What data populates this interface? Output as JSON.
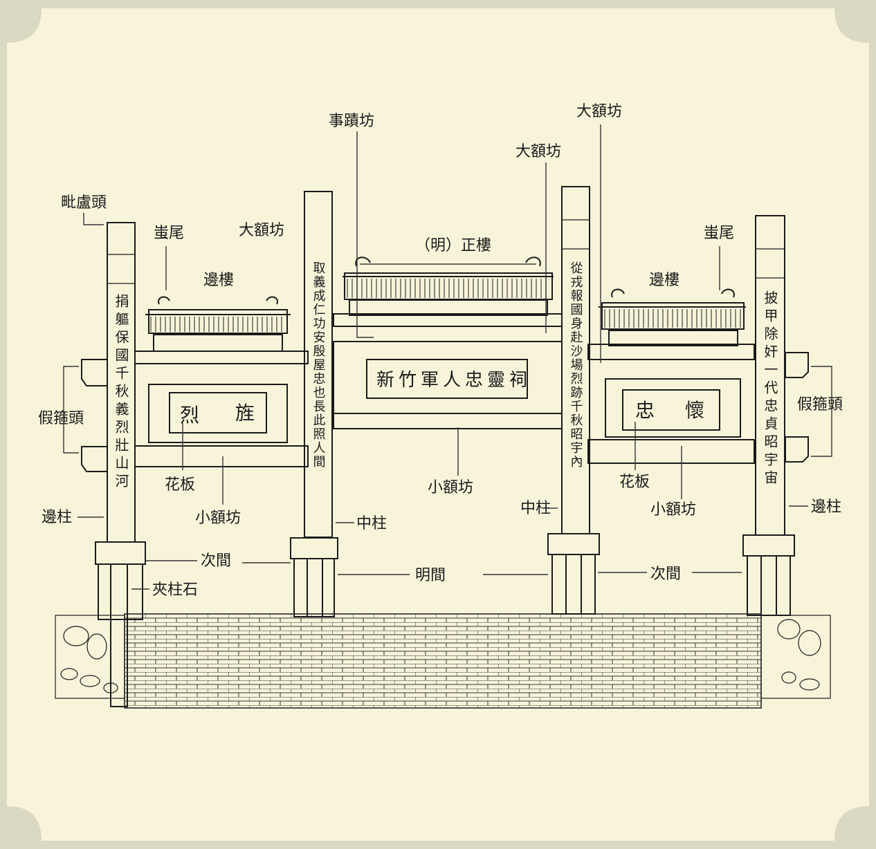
{
  "colors": {
    "frame": "#dcd9c2",
    "panel": "#f7f4da",
    "ink": "#1a1a1a"
  },
  "labels": {
    "chiluhtou": "毗盧頭",
    "chiwei_left": "蚩尾",
    "chiwei_right": "蚩尾",
    "bianlou_left": "邊樓",
    "bianlou_right": "邊樓",
    "shijifang": "事蹟坊",
    "dae_fang_1": "大額坊",
    "dae_fang_2": "大額坊",
    "dae_fang_3": "大額坊",
    "zhenglou": "（明）正樓",
    "jiagutou_left": "假箍頭",
    "jiagutou_right": "假箍頭",
    "huaban_left": "花板",
    "huaban_right": "花板",
    "xiaoefang_left": "小額坊",
    "xiaoefang_center": "小額坊",
    "xiaoefang_right": "小額坊",
    "bianzhu_left": "邊柱",
    "bianzhu_right": "邊柱",
    "zhongzhu_left": "中柱",
    "zhongzhu_right": "中柱",
    "cijian_left": "次間",
    "cijian_right": "次間",
    "mingjian": "明間",
    "jiazhushi": "夾柱石"
  },
  "plaques": {
    "left": [
      "烈",
      "旌"
    ],
    "center": "新竹軍人忠靈祠",
    "right": [
      "忠",
      "懷"
    ]
  },
  "inscriptions": {
    "pillar_1": "捐軀保國千秋義烈壯山河",
    "pillar_2": "取義成仁功安殷屋忠也長此照人間",
    "pillar_3": "從戎報國身赴沙場烈跡千秋昭宇內",
    "pillar_4": "披甲除奸一代忠貞昭宇宙"
  }
}
